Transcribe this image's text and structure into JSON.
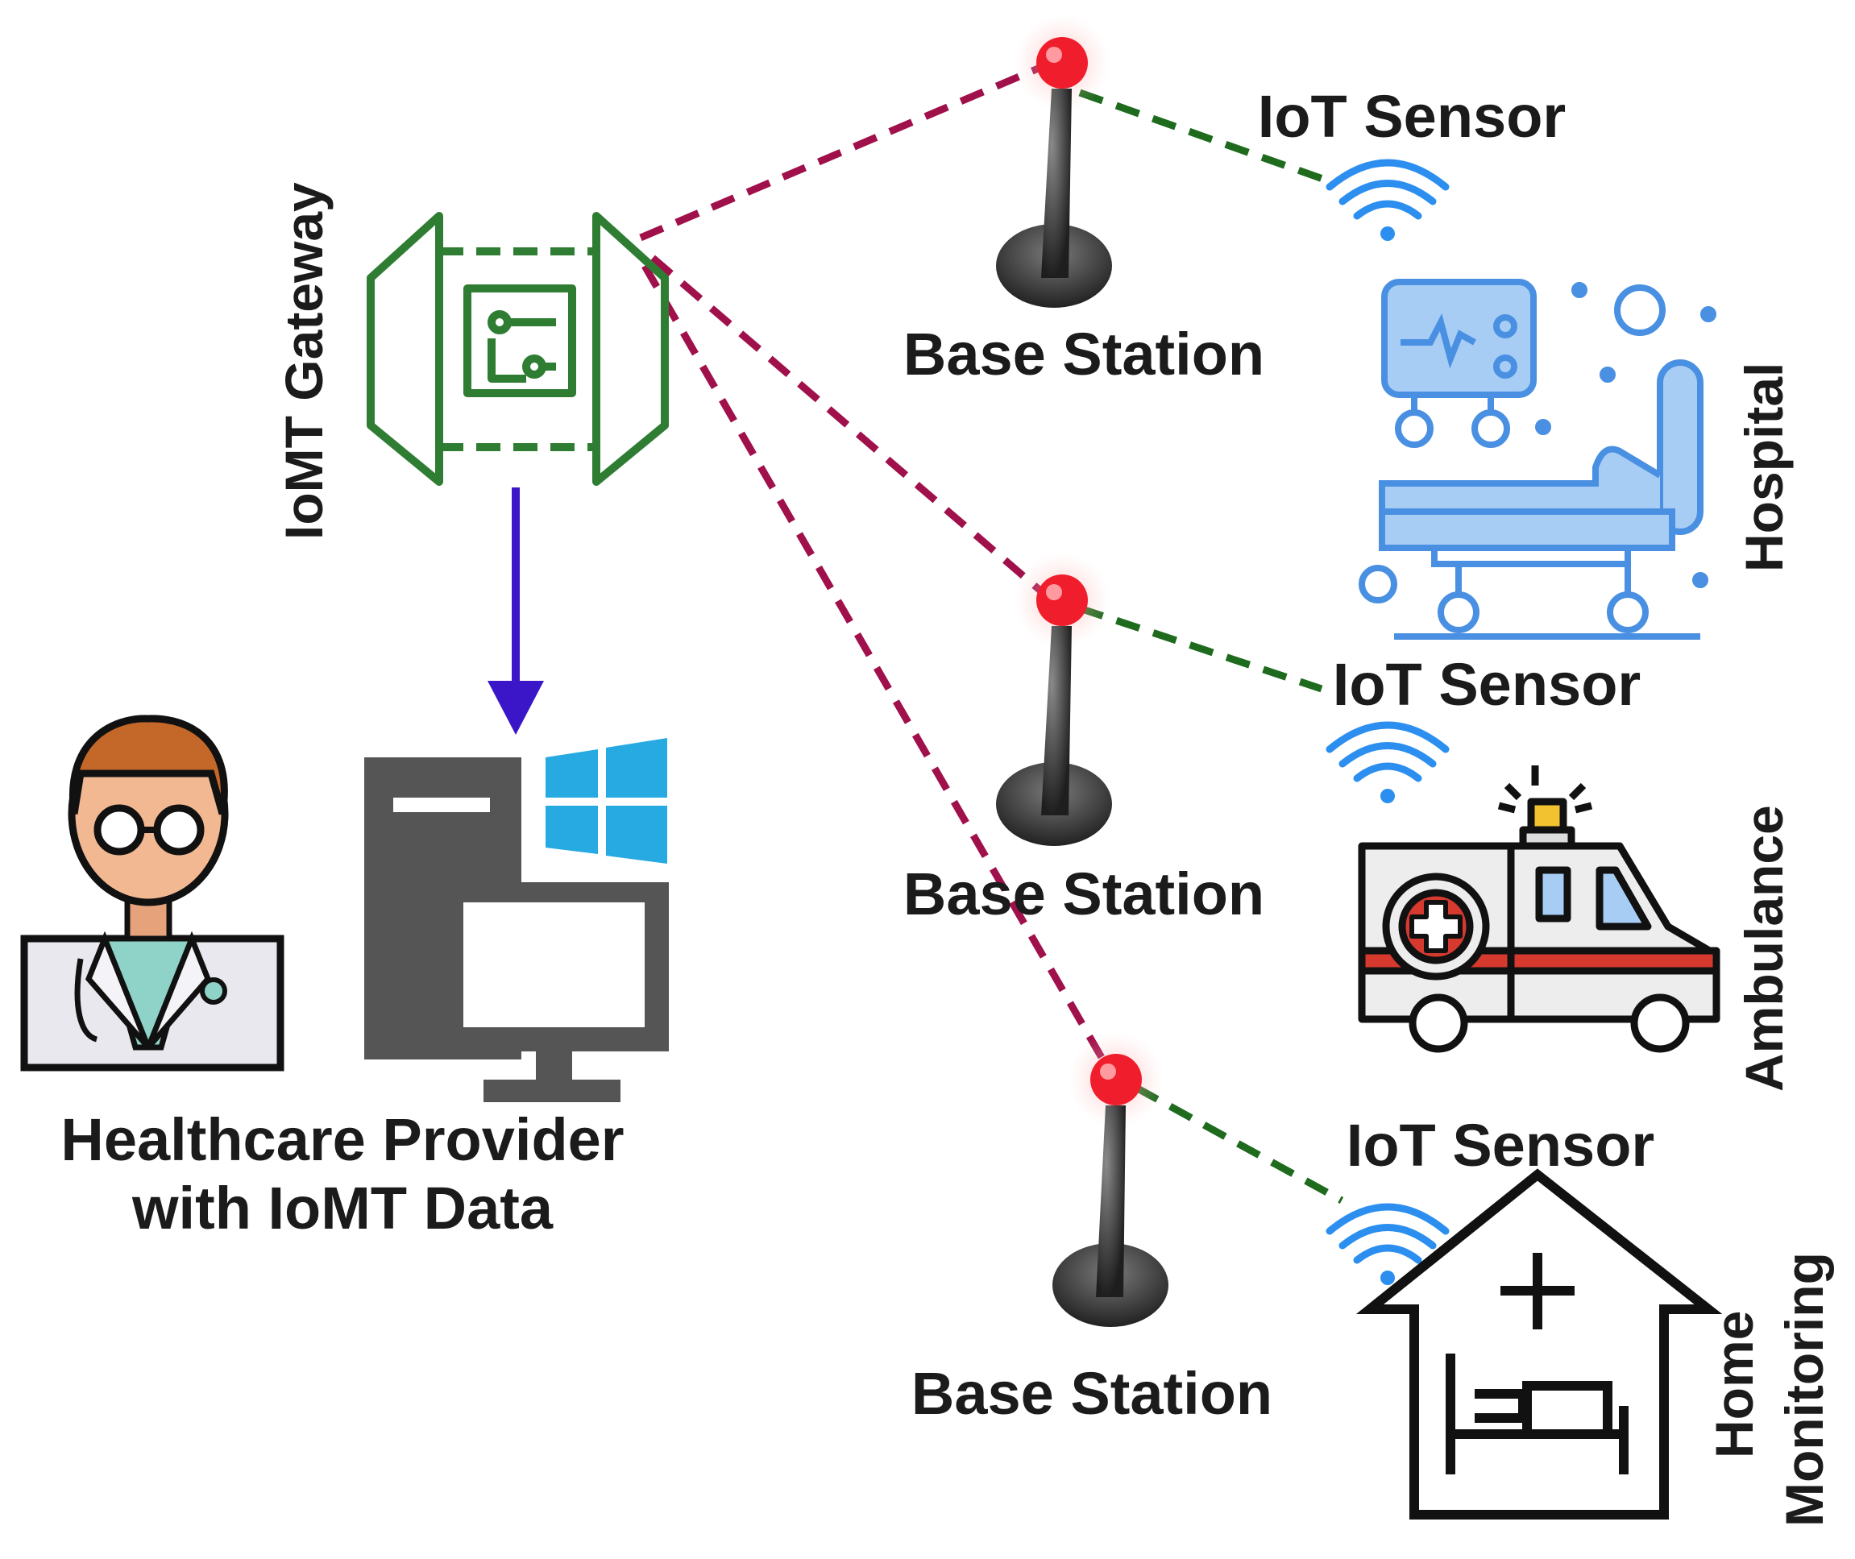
{
  "gateway": {
    "label": "IoMT Gateway",
    "icon": "gateway-icon"
  },
  "provider": {
    "label_line1": "Healthcare Provider",
    "label_line2": "with IoMT Data",
    "icons": [
      "doctor-icon",
      "computer-icon",
      "windows-logo-icon"
    ]
  },
  "base_stations": [
    {
      "label": "Base Station"
    },
    {
      "label": "Base Station"
    },
    {
      "label": "Base Station"
    }
  ],
  "sensors": [
    {
      "label": "IoT Sensor",
      "site": "Hospital"
    },
    {
      "label": "IoT Sensor",
      "site": "Ambulance"
    },
    {
      "label": "IoT Sensor",
      "site_line1": "Home",
      "site_line2": "Monitoring"
    }
  ],
  "colors": {
    "gateway_green": "#2e7d32",
    "backhaul_link": "#a0104a",
    "sensor_link": "#1e6b1e",
    "arrow": "#3a16c8",
    "wifi_blue": "#2c8ff0",
    "hospital_blue": "#4a90e2",
    "beacon_red": "#f01e2c",
    "computer_gray": "#555555",
    "windows_blue": "#27a9e1"
  }
}
